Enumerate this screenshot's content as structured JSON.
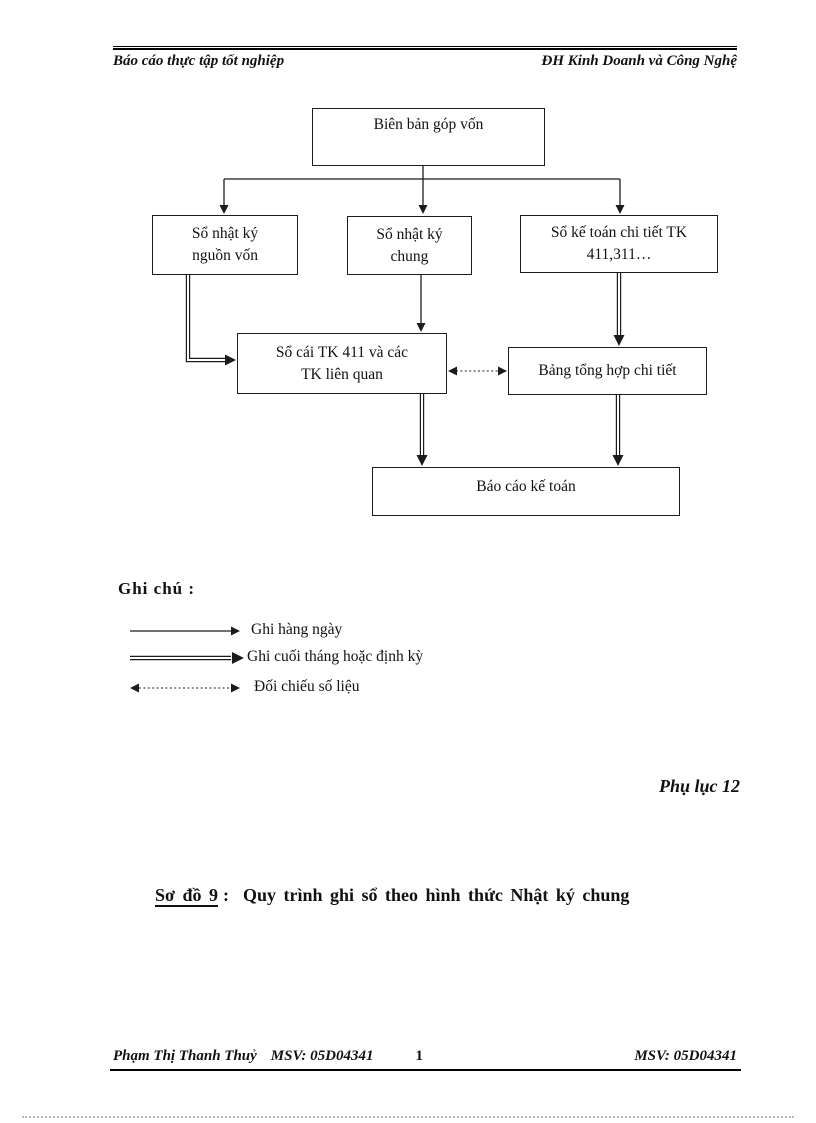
{
  "header": {
    "left": "Báo cáo thực tập tốt nghiệp",
    "right": "ĐH Kinh Doanh và Công Nghệ"
  },
  "flowchart": {
    "bien_ban": {
      "label": "Biên bản góp vốn"
    },
    "nguon_von": {
      "line1": "Sổ nhật ký",
      "line2": "nguồn vốn"
    },
    "nhat_ky_chung": {
      "line1": "Sổ nhật ký",
      "line2": "chung"
    },
    "chi_tiet": {
      "line1": "Sổ kế toán chi tiết TK",
      "line2": "411,311…"
    },
    "so_cai": {
      "line1": "Sổ cái TK 411 và các",
      "line2": "TK liên quan"
    },
    "bang_tong_hop": {
      "label": "Bảng tổng hợp chi tiết"
    },
    "bao_cao": {
      "label": "Báo cáo kế toán"
    }
  },
  "legend": {
    "title": "Ghi chú :",
    "items": [
      {
        "label": "Ghi hàng ngày",
        "style": "thin-arrow"
      },
      {
        "label": "Ghi cuối tháng hoặc định kỳ",
        "style": "double-line-arrow"
      },
      {
        "label": "Đối chiếu số liệu",
        "style": "dotted-double-headed-arrow"
      }
    ]
  },
  "appendix": {
    "label": "Phụ lục 12"
  },
  "caption": {
    "label": "Sơ đồ 9",
    "separator": ":",
    "text": "Quy trình ghi sổ theo hình thức Nhật ký chung"
  },
  "footer": {
    "author": "Phạm Thị Thanh Thuỷ",
    "msv_left": "MSV: 05D04341",
    "page": "1",
    "msv_right": "MSV: 05D04341"
  },
  "colors": {
    "ink": "#1c1c1c",
    "page_edge_dotted": "#b9b9b9"
  }
}
